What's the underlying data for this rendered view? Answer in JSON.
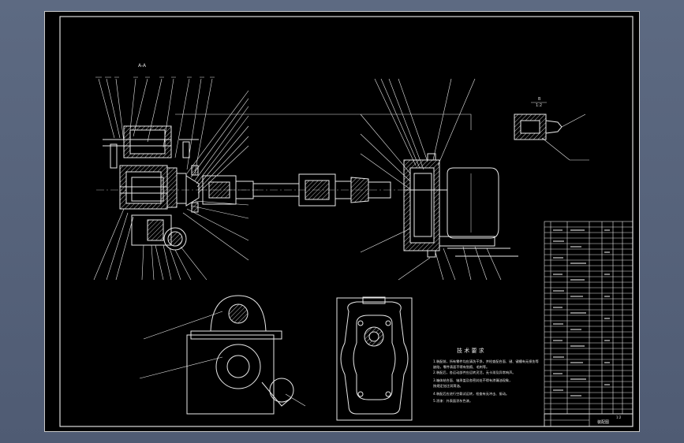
{
  "sheet": {
    "section_label": "A-A",
    "detail_label_top": "B",
    "detail_label_scale": "1:2",
    "notes_title": "技 术 要 求",
    "notes": [
      "1.装配前，所有零件均应清洗干净，并检查配合面、键、键槽有无损伤等",
      "  缺陷，零件表面不得有划痕、毛刺等。",
      "2.装配后，各运动部件应运转灵活，无卡滞及异常响声。",
      "3.箱体结合面、轴承盖及各密封处不得有渗漏油现象，",
      "  按规定加注润滑油。",
      "4.装配后应进行空载试运转，检查有无冲击、振动。",
      "5.涂漆：外表面涂灰色漆。"
    ],
    "title_block_name": "装配图",
    "title_block_scale": "1:2"
  },
  "colors": {
    "line": "#e8e8e8",
    "hatch": "#b8b8b8",
    "sheet_bg": "#000000",
    "frame": "#c8c8c8"
  }
}
